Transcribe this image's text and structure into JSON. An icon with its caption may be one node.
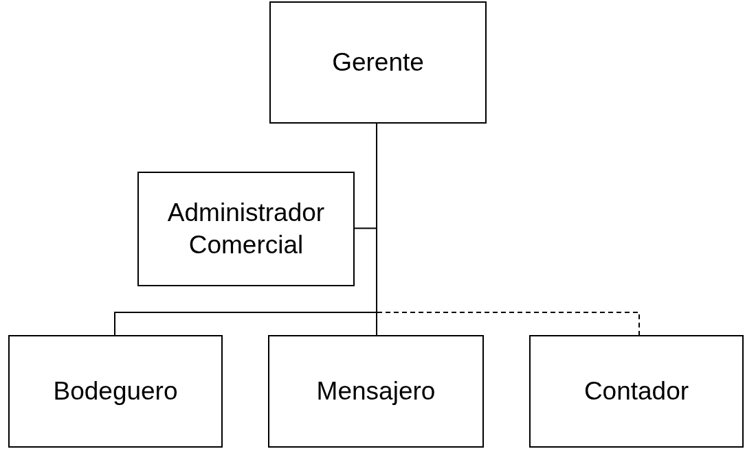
{
  "diagram": {
    "nodes": [
      {
        "text": [
          "Gerente"
        ]
      },
      {
        "text": [
          "Administrador Comercial"
        ]
      },
      {
        "text": [
          "Bodeguero"
        ]
      },
      {
        "text": [
          "Mensajero"
        ]
      },
      {
        "text": [
          "Contador"
        ]
      }
    ],
    "edges": [
      {
        "from": 0,
        "to": 1,
        "arrow": "none"
      },
      {
        "from": 0,
        "to": 2,
        "arrow": "none"
      },
      {
        "from": 0,
        "to": 3,
        "arrow": "none"
      },
      {
        "from": 0,
        "to": 4,
        "arrow": "none",
        "style": "dashed"
      }
    ]
  }
}
